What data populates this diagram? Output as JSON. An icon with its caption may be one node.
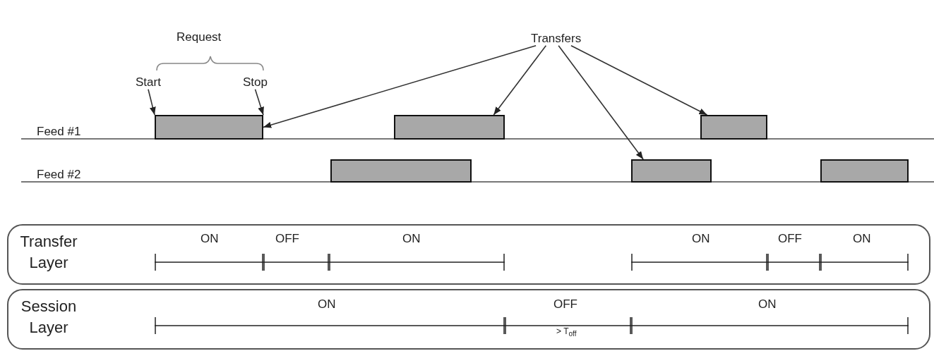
{
  "diagram": {
    "nodes": [
      {
        "text": [
          "Transfers"
        ]
      },
      {
        "text": [
          "Start"
        ]
      },
      {
        "text": [
          "Stop"
        ]
      },
      {
        "text": [],
        "shape": "bar"
      },
      {
        "text": [],
        "shape": "bar"
      },
      {
        "text": [],
        "shape": "bar"
      },
      {
        "text": [],
        "shape": "bar"
      },
      {
        "text": [],
        "shape": "bar"
      },
      {
        "text": [],
        "shape": "bar"
      },
      {
        "text": [
          "Transfer Layer"
        ]
      },
      {
        "text": [
          "Session Layer"
        ]
      }
    ],
    "edges": [
      {
        "from": 1,
        "to": 3,
        "arrow": "to"
      },
      {
        "from": 2,
        "to": 3,
        "arrow": "to"
      },
      {
        "from": 0,
        "to": 3,
        "arrow": "to"
      },
      {
        "from": 0,
        "to": 5,
        "arrow": "to"
      },
      {
        "from": 0,
        "to": 6,
        "arrow": "to"
      },
      {
        "from": 0,
        "to": 7,
        "arrow": "to"
      }
    ],
    "labels": [
      "Request",
      "Feed #1",
      "Feed #2",
      "ON",
      "OFF",
      "ON",
      "ON",
      "OFF",
      "ON",
      "ON",
      "OFF",
      "> T$_{off}$",
      "ON"
    ]
  }
}
